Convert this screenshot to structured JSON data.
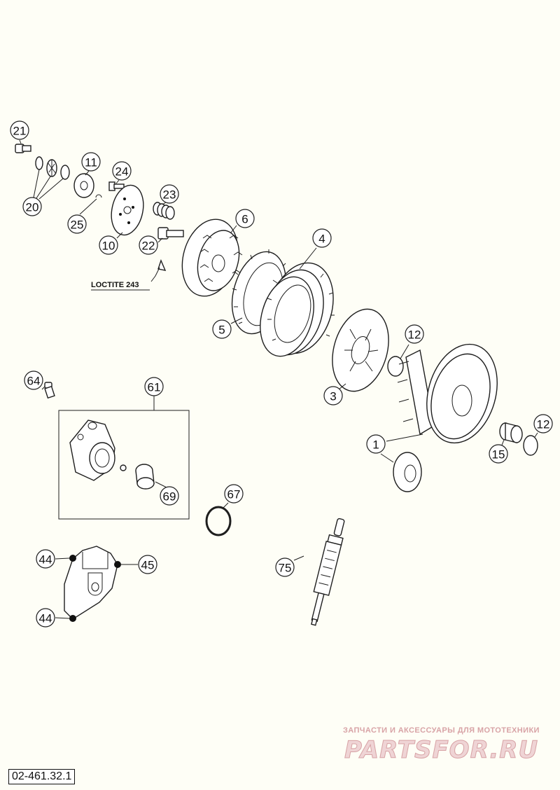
{
  "diagram": {
    "callouts": {
      "p21": "21",
      "p20": "20",
      "p11": "11",
      "p24": "24",
      "p23": "23",
      "p25": "25",
      "p10": "10",
      "p22": "22",
      "p6": "6",
      "p4": "4",
      "p5": "5",
      "p12a": "12",
      "p3": "3",
      "p1": "1",
      "p12b": "12",
      "p15": "15",
      "p64": "64",
      "p61": "61",
      "p69": "69",
      "p67": "67",
      "p44a": "44",
      "p45": "45",
      "p44b": "44",
      "p75": "75"
    },
    "note_loctite": "LOCTITE 243"
  },
  "watermark": {
    "tagline": "ЗАПЧАСТИ И АКСЕССУАРЫ ДЛЯ МОТОТЕХНИКИ",
    "logo": "PARTSFOR.RU"
  },
  "doc_number": "02-461.32.1"
}
